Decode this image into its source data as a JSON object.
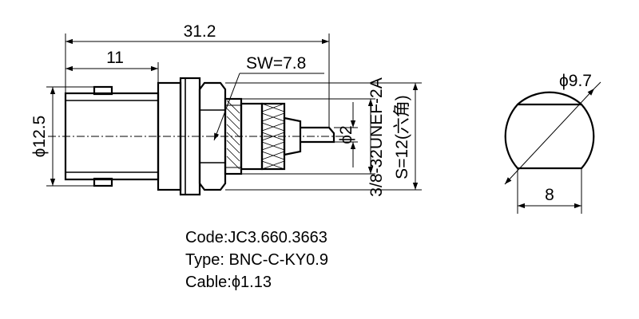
{
  "dimensions": {
    "overall_length": "31.2",
    "body_length": "11",
    "hex_size": "SW=7.8",
    "body_diameter": "ϕ12.5",
    "pin_diameter": "ϕ2",
    "thread": "3/8-32UNEF-2A",
    "nut_size": "S=12(六角)",
    "flat_diameter": "ϕ9.7",
    "flat_width": "8"
  },
  "spec": {
    "code": "Code:JC3.660.3663",
    "type": "Type: BNC-C-KY0.9",
    "cable": "Cable:ϕ1.13"
  }
}
